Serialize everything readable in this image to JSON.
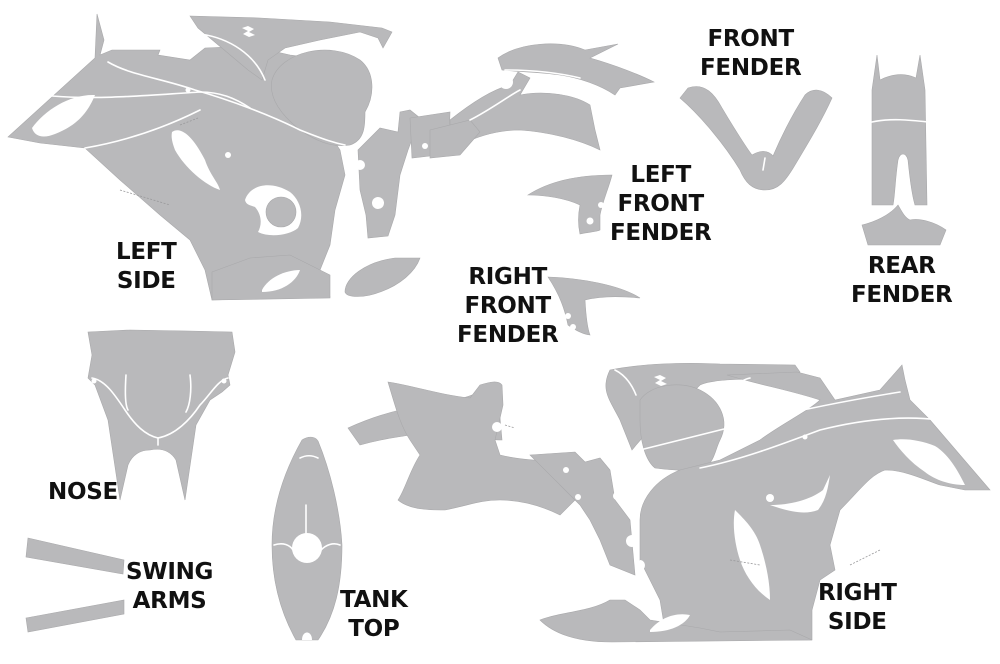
{
  "diagram": {
    "background_color": "#ffffff",
    "part_color": "#b9b9bb",
    "label_color": "#111111",
    "parts": [
      {
        "id": "left-side",
        "label_lines": [
          "LEFT",
          "SIDE"
        ]
      },
      {
        "id": "front-fender",
        "label_lines": [
          "FRONT",
          "FENDER"
        ]
      },
      {
        "id": "left-front-fender",
        "label_lines": [
          "LEFT",
          "FRONT",
          "FENDER"
        ]
      },
      {
        "id": "right-front-fender",
        "label_lines": [
          "RIGHT",
          "FRONT",
          "FENDER"
        ]
      },
      {
        "id": "rear-fender",
        "label_lines": [
          "REAR",
          "FENDER"
        ]
      },
      {
        "id": "nose",
        "label_lines": [
          "NOSE"
        ]
      },
      {
        "id": "swing-arms",
        "label_lines": [
          "SWING",
          "ARMS"
        ]
      },
      {
        "id": "tank-top",
        "label_lines": [
          "TANK",
          "TOP"
        ]
      },
      {
        "id": "right-side",
        "label_lines": [
          "RIGHT",
          "SIDE"
        ]
      }
    ]
  }
}
